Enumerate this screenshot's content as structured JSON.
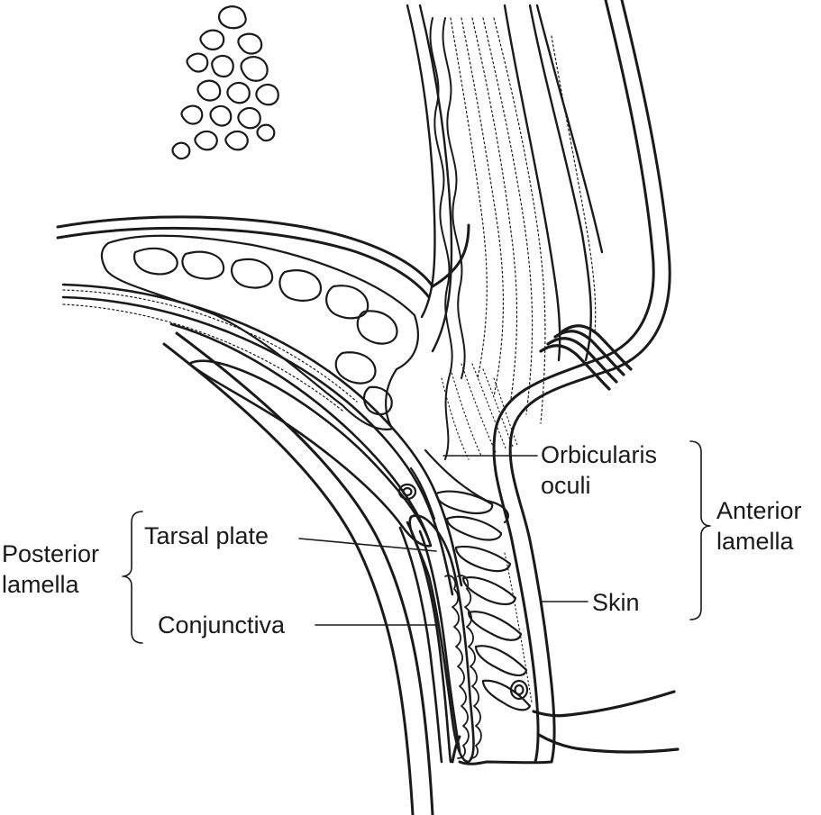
{
  "labels": {
    "orbicularis_line1": "Orbicularis",
    "orbicularis_line2": "oculi",
    "tarsal_plate": "Tarsal plate",
    "conjunctiva": "Conjunctiva",
    "skin": "Skin",
    "posterior_line1": "Posterior",
    "posterior_line2": "lamella",
    "anterior_line1": "Anterior",
    "anterior_line2": "lamella"
  },
  "colors": {
    "line": "#1a1a1a",
    "background": "#ffffff"
  }
}
